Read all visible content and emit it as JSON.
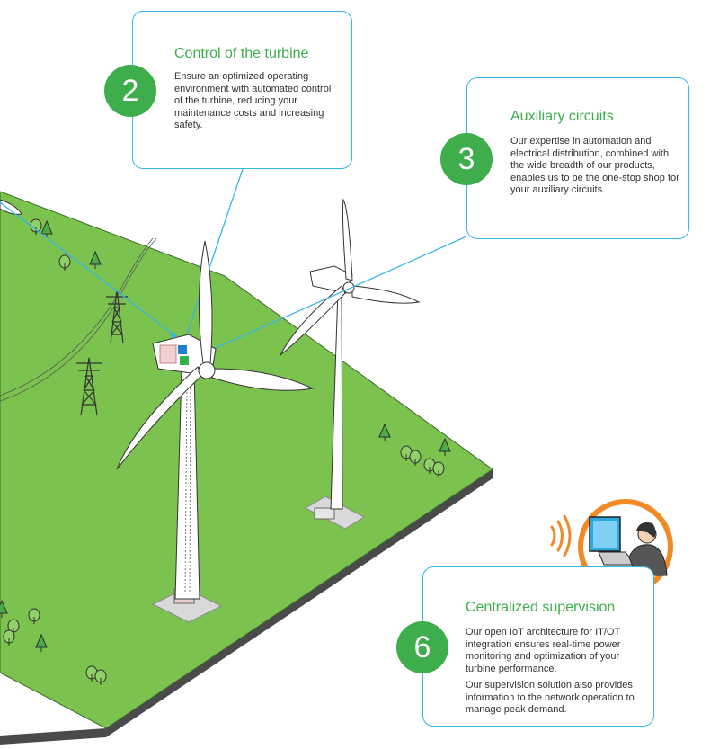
{
  "colors": {
    "accent_green": "#3dae4b",
    "accent_blue": "#35b6e8",
    "ground": "#7cc24f",
    "ground_side": "#4a4a4a",
    "supervision_ring": "#f08a24"
  },
  "callouts": [
    {
      "number": "2",
      "title": "Control of the turbine",
      "paragraphs": [
        "Ensure an optimized operating environment with automated control of the turbine, reducing your maintenance costs and increasing safety."
      ]
    },
    {
      "number": "3",
      "title": "Auxiliary circuits",
      "paragraphs": [
        "Our expertise in automation and electrical distribution, combined with the wide breadth of our products, enables us to be the one-stop shop for your auxiliary circuits."
      ]
    },
    {
      "number": "6",
      "title": "Centralized supervision",
      "paragraphs": [
        "Our open IoT architecture for IT/OT integration ensures real-time power monitoring and optimization of your turbine performance.",
        "Our supervision solution also provides information to the network operation to manage peak demand."
      ]
    }
  ],
  "icons": [
    "wind-turbine-icon",
    "transmission-tower-icon",
    "tree-icon",
    "operator-workstation-icon",
    "wireless-signal-icon"
  ]
}
